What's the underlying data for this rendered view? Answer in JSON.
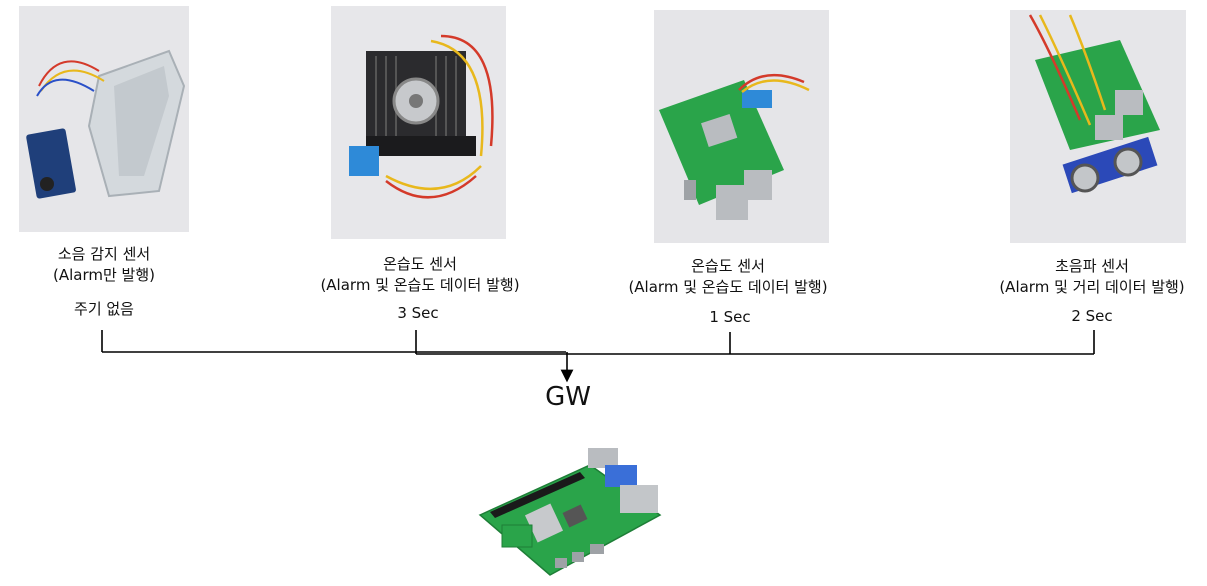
{
  "sensors": [
    {
      "caption_line1": "소음 감지 센서",
      "caption_line2": "(Alarm만 발행)",
      "period": "주기 없음"
    },
    {
      "caption_line1": "온습도 센서",
      "caption_line2": "(Alarm 및 온습도 데이터 발행)",
      "period": "3 Sec"
    },
    {
      "caption_line1": "온습도 센서",
      "caption_line2": "(Alarm 및 온습도 데이터 발행)",
      "period": "1 Sec"
    },
    {
      "caption_line1": "초음파 센서",
      "caption_line2": "(Alarm 및 거리 데이터 발행)",
      "period": "2 Sec"
    }
  ],
  "gateway": {
    "label": "GW"
  },
  "colors": {
    "line": "#000000",
    "pcb": "#2aa44a",
    "metal": "#b9bcc0",
    "wire_red": "#d43a2a",
    "wire_yellow": "#e8b81c"
  }
}
